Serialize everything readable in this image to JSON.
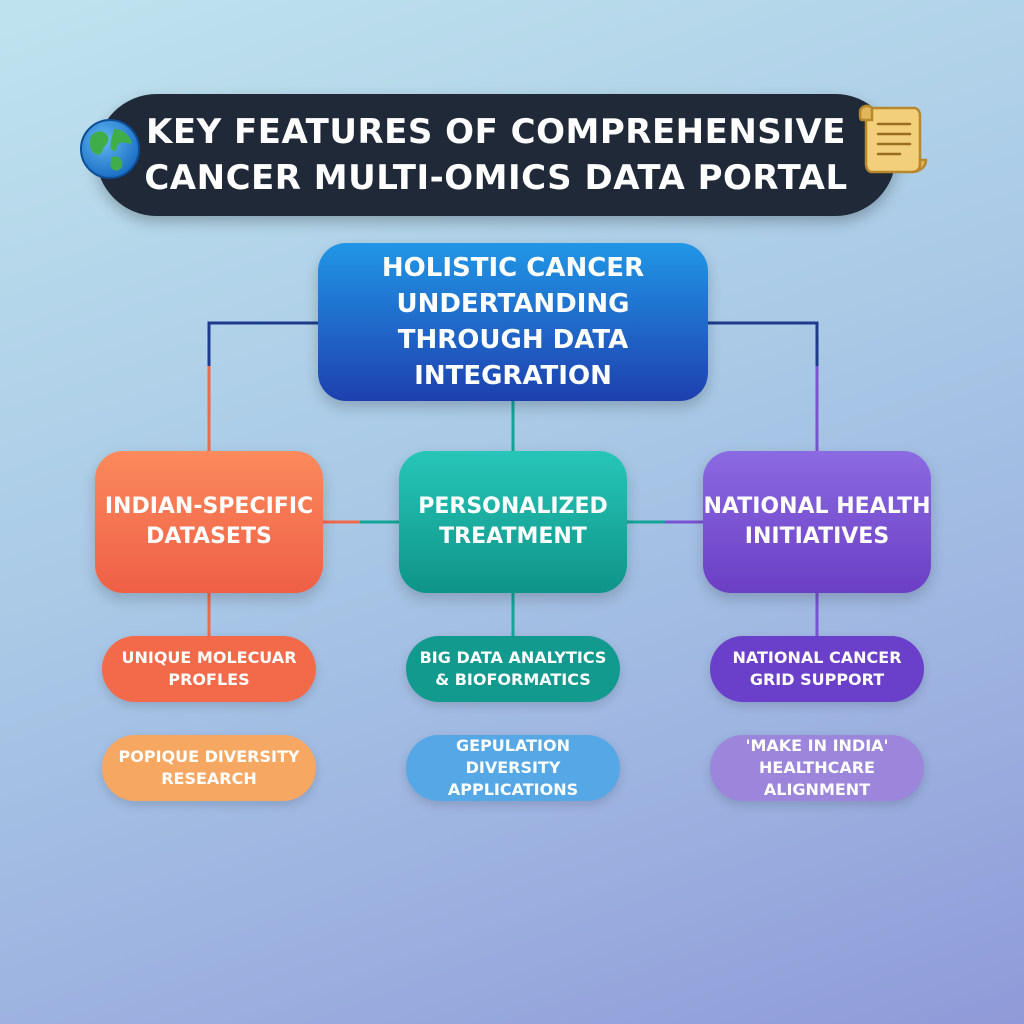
{
  "title": {
    "line1": "KEY FEATURES OF COMPREHENSIVE",
    "line2": "CANCER MULTI-OMICS DATA PORTAL",
    "left_icon": "globe-icon",
    "right_icon": "scroll-icon"
  },
  "root": {
    "label": "HOLISTIC CANCER\nUNDERTANDING\nTHROUGH DATA\nINTEGRATION"
  },
  "branches": [
    {
      "label": "INDIAN-SPECIFIC\nDATASETS",
      "color": "#ef6a4c",
      "sub_items": [
        "UNIQUE MOLECUAR\nPROFLES",
        "POPIQUE DIVERSITY\nRESEARCH"
      ]
    },
    {
      "label": "PERSONALIZED\nTREATMENT",
      "color": "#14a599",
      "sub_items": [
        "BIG DATA ANALYTICS\n& BIOFORMATICS",
        "GEPULATION DIVERSITY\nAPPLICATIONS"
      ]
    },
    {
      "label": "NATIONAL HEALTH\nINITIATIVES",
      "color": "#7a52d4",
      "sub_items": [
        "NATIONAL CANCER\nGRID SUPPORT",
        "'MAKE IN INDIA'\nHEALTHCARE ALIGNMENT"
      ]
    }
  ],
  "colors": {
    "title_bg": "#1f2937",
    "root": "#1e5fd0",
    "connector_dark": "#1e3a8a",
    "connector_orange": "#ef6a4c",
    "connector_teal": "#14a599",
    "connector_purple": "#7a52d4"
  }
}
